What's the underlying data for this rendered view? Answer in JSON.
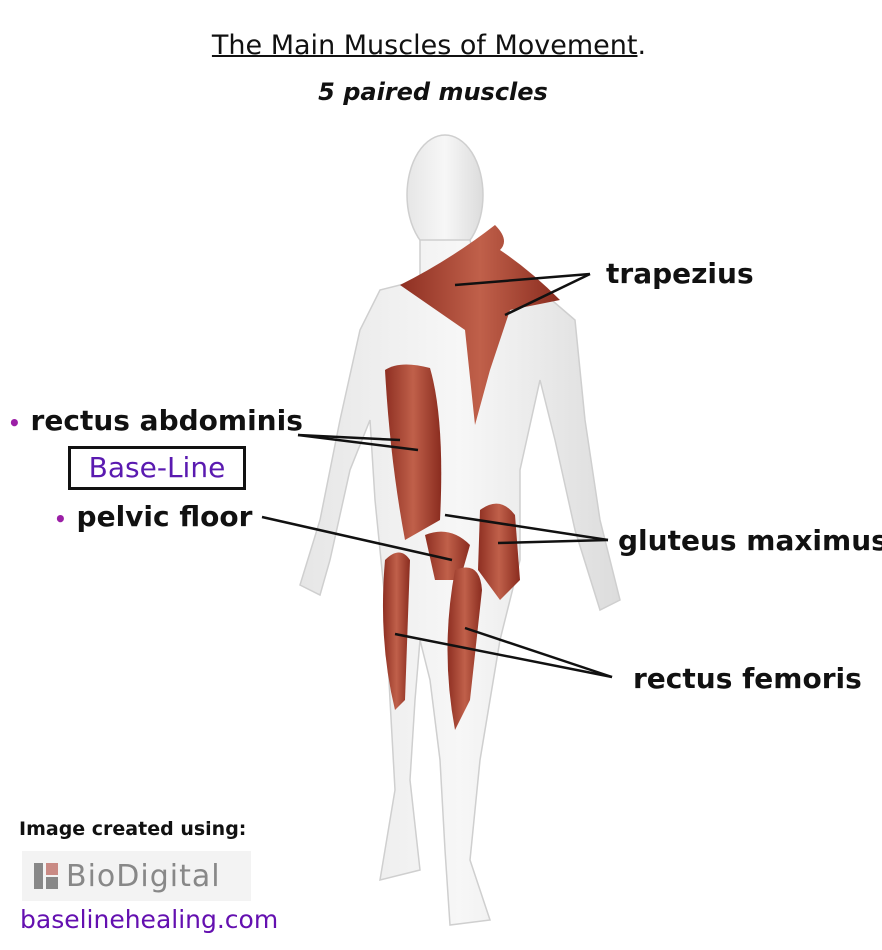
{
  "header": {
    "title": "The Main Muscles of Movement",
    "title_period": ".",
    "subtitle": "5 paired muscles"
  },
  "labels": {
    "trapezius": "trapezius",
    "rectus_abdominis": "rectus abdominis",
    "base_line": "Base-Line",
    "pelvic_floor": "pelvic floor",
    "gluteus_maximus": "gluteus maximus",
    "rectus_femoris": "rectus femoris"
  },
  "footer": {
    "credit": "Image created using:",
    "logo": "BioDigital",
    "website": "baselinehealing.com"
  },
  "colors": {
    "muscle": "#a8402e",
    "accent": "#5a1ab0",
    "bullet": "#9b1fa6"
  }
}
